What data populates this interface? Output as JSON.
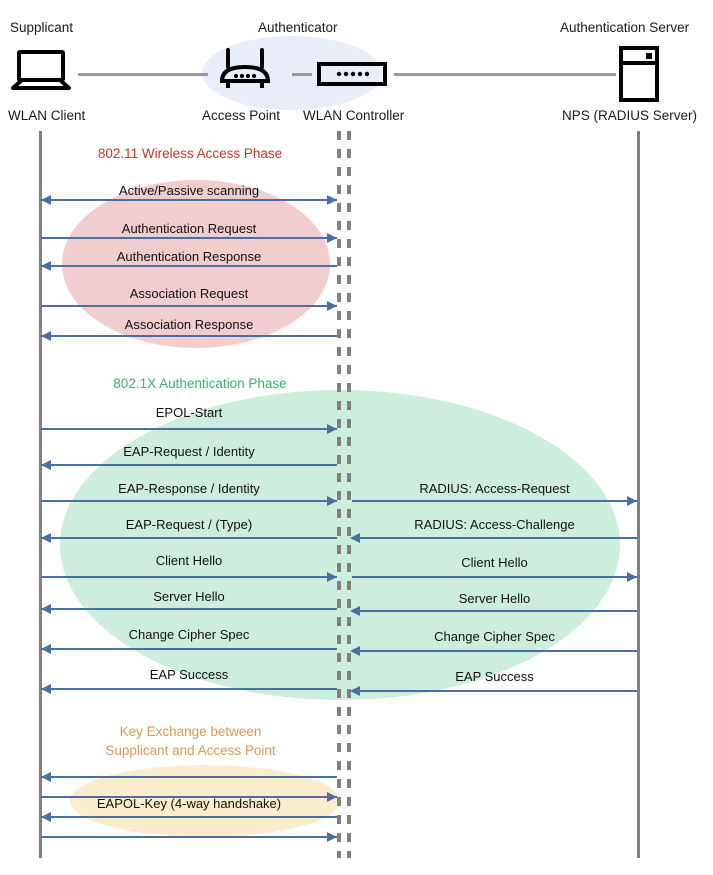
{
  "header": {
    "roles": [
      {
        "name": "supplicant",
        "label": "Supplicant"
      },
      {
        "name": "authenticator",
        "label": "Authenticator"
      },
      {
        "name": "authentication-server",
        "label": "Authentication Server"
      }
    ],
    "nodes": [
      {
        "name": "wlan-client",
        "label": "WLAN Client",
        "icon": "laptop-icon"
      },
      {
        "name": "access-point",
        "label": "Access Point",
        "icon": "wireless-router-icon"
      },
      {
        "name": "wlan-controller",
        "label": "WLAN Controller",
        "icon": "network-switch-icon"
      },
      {
        "name": "nps-server",
        "label": "NPS (RADIUS Server)",
        "icon": "server-rack-icon"
      }
    ]
  },
  "phases": [
    {
      "id": "wireless-access",
      "caption": "802.11 Wireless Access Phase",
      "caption_color": "#c0392b",
      "ellipse_color": "#f2cdcd"
    },
    {
      "id": "dot1x-authentication",
      "caption": "802.1X Authentication Phase",
      "caption_color": "#3dae6e",
      "ellipse_color": "#cdeedd"
    },
    {
      "id": "key-exchange",
      "caption_line1": "Key Exchange between",
      "caption_line2": "Supplicant and Access Point",
      "caption_color": "#d79a57",
      "ellipse_color": "#fbeccd"
    }
  ],
  "messages_left": [
    {
      "label": "Active/Passive scanning",
      "dir": "both"
    },
    {
      "label": "Authentication Request",
      "dir": "right"
    },
    {
      "label": "Authentication Response",
      "dir": "left"
    },
    {
      "label": "Association Request",
      "dir": "right"
    },
    {
      "label": "Association Response",
      "dir": "left"
    },
    {
      "label": "EPOL-Start",
      "dir": "right"
    },
    {
      "label": "EAP-Request / Identity",
      "dir": "left"
    },
    {
      "label": "EAP-Response / Identity",
      "dir": "right"
    },
    {
      "label": "EAP-Request / (Type)",
      "dir": "left"
    },
    {
      "label": "Client Hello",
      "dir": "right"
    },
    {
      "label": "Server Hello",
      "dir": "left"
    },
    {
      "label": "Change Cipher Spec",
      "dir": "left"
    },
    {
      "label": "EAP Success",
      "dir": "left"
    },
    {
      "label": "",
      "dir": "left"
    },
    {
      "label": "EAPOL-Key (4-way handshake)",
      "dir": "right"
    },
    {
      "label": "",
      "dir": "left"
    },
    {
      "label": "",
      "dir": "right"
    }
  ],
  "messages_right": [
    {
      "label": "RADIUS: Access-Request",
      "dir": "right"
    },
    {
      "label": "RADIUS: Access-Challenge",
      "dir": "left"
    },
    {
      "label": "Client Hello",
      "dir": "right"
    },
    {
      "label": "Server Hello",
      "dir": "left"
    },
    {
      "label": "Change Cipher Spec",
      "dir": "left"
    },
    {
      "label": "EAP Success",
      "dir": "left"
    }
  ],
  "colors": {
    "arrow": "#4a6fa5",
    "lifeline": "#808080",
    "link": "#9a9a9a"
  }
}
